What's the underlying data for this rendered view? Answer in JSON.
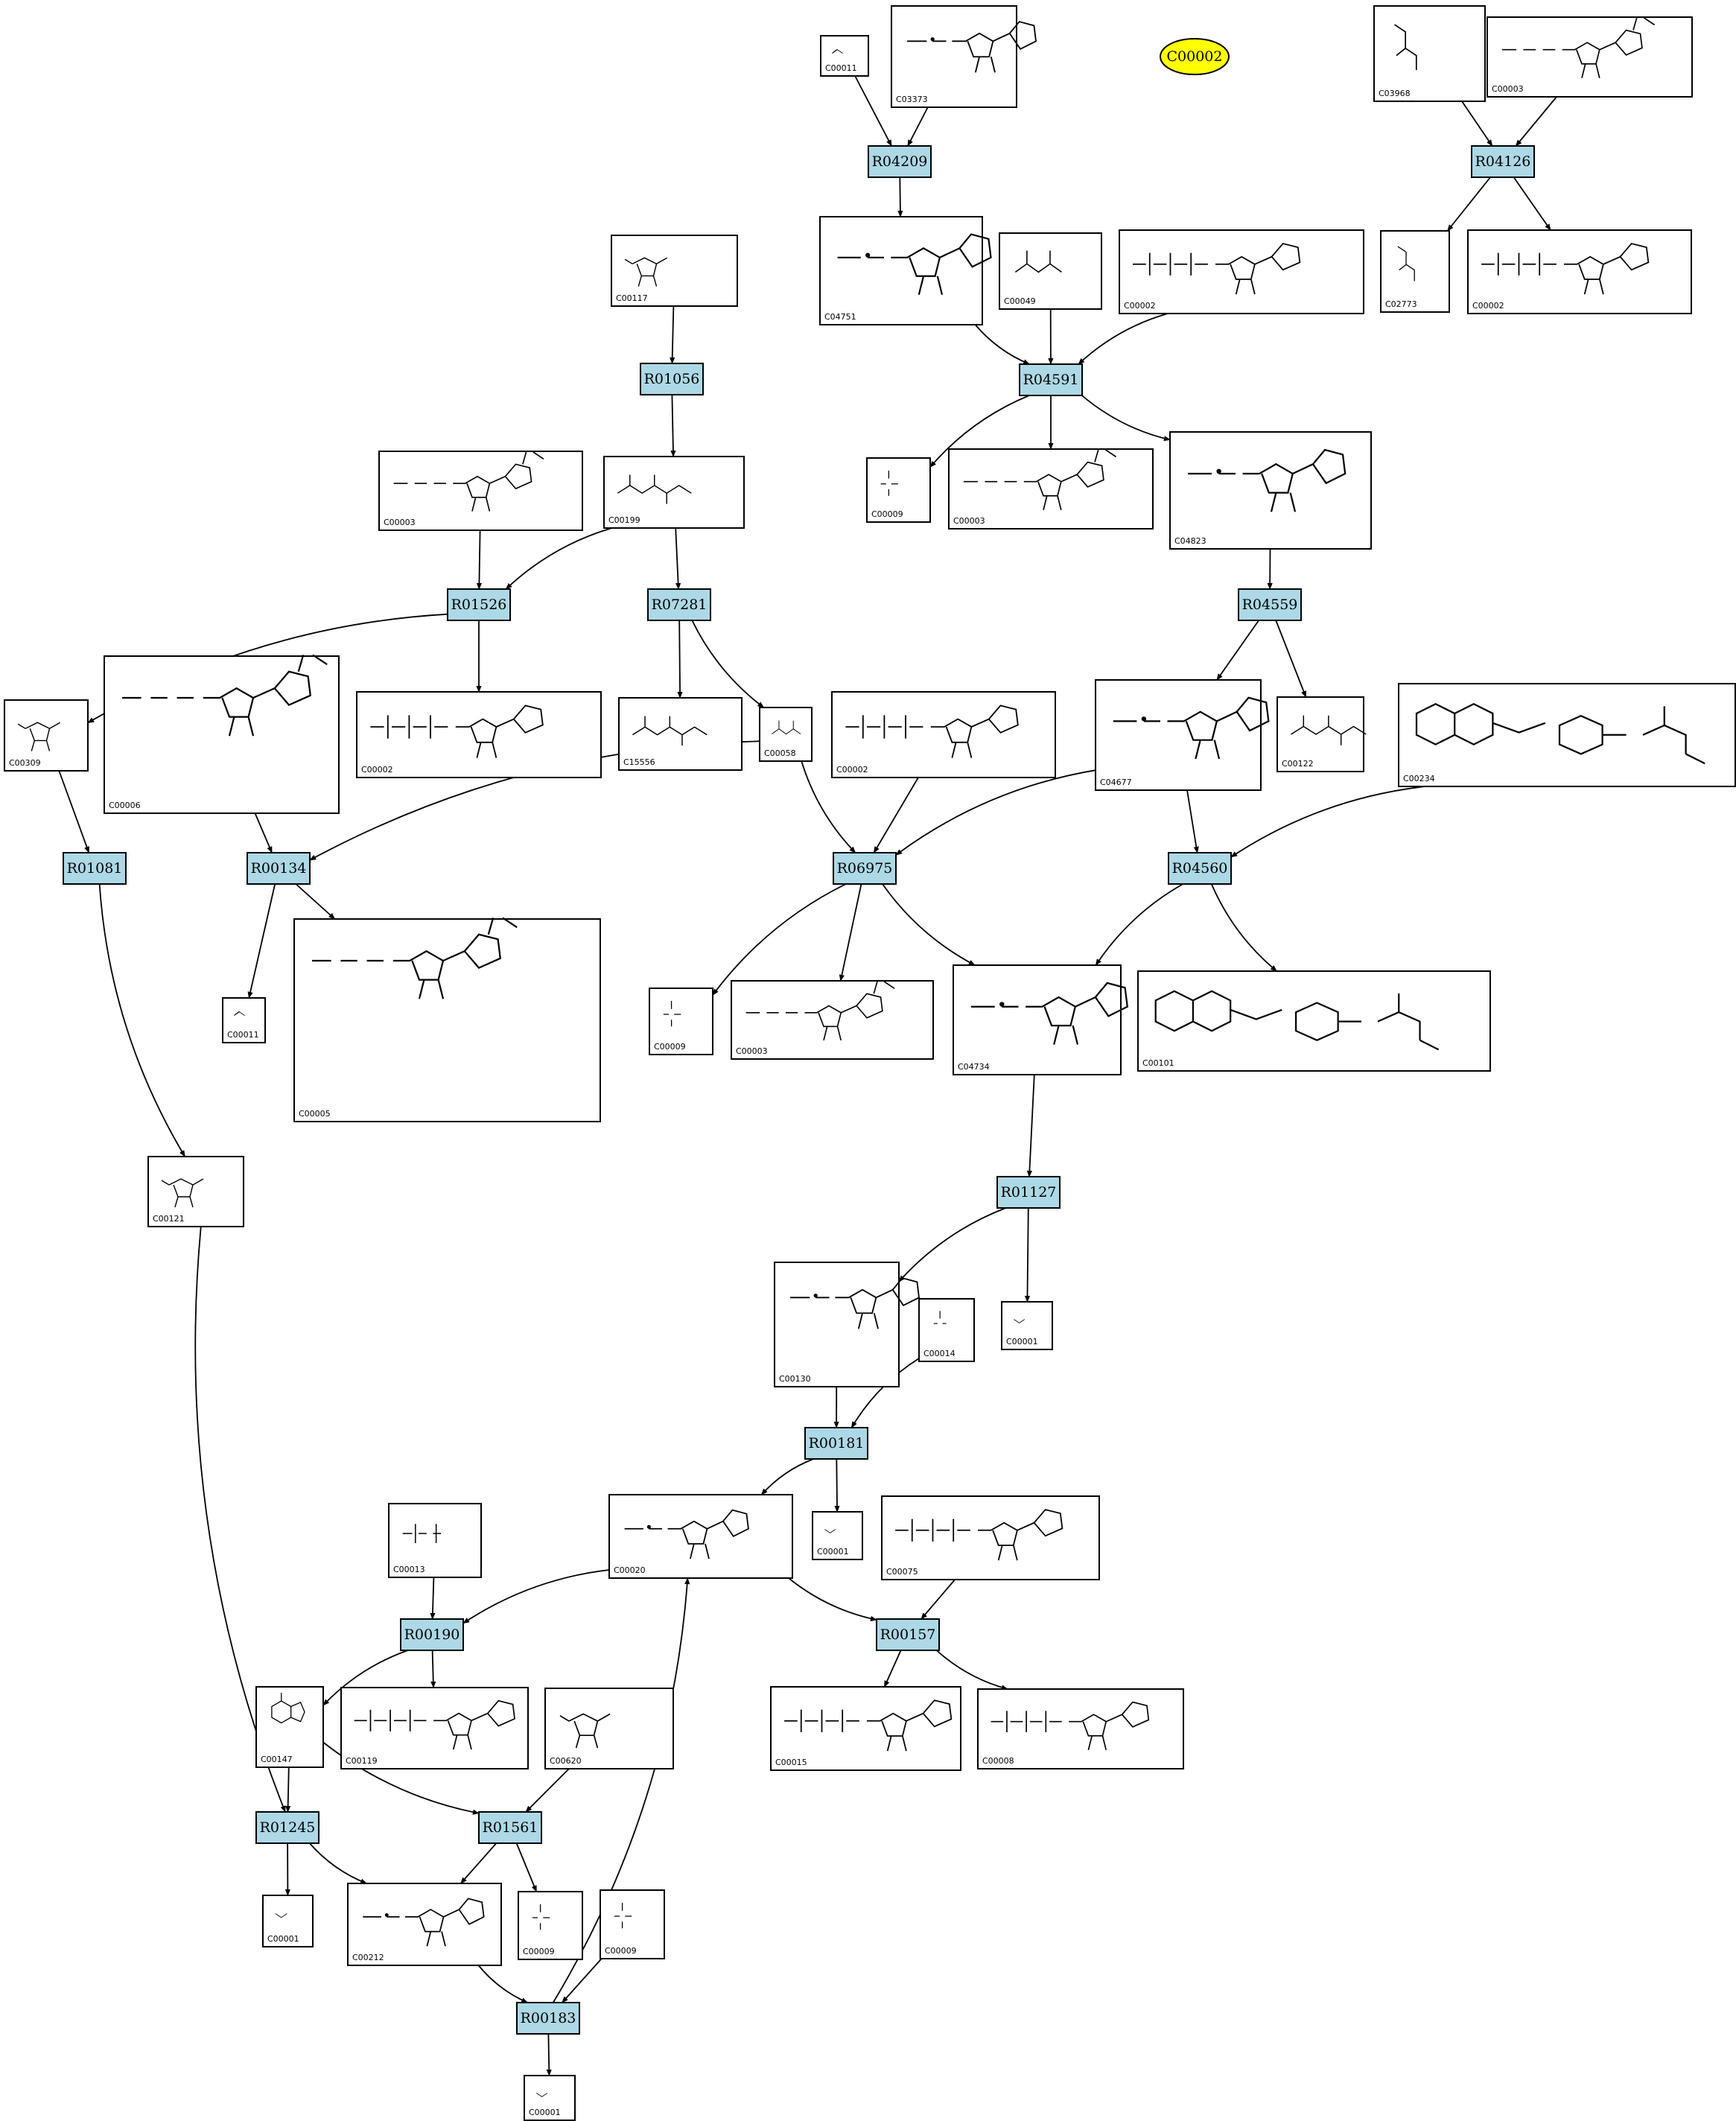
{
  "legend": {
    "label": "C00002",
    "color": "#ffff00"
  },
  "colors": {
    "reaction_fill": "#add8e6",
    "compound_fill": "#ffffff",
    "stroke": "#000000"
  },
  "reactions": [
    {
      "id": "R04209",
      "label": "R04209"
    },
    {
      "id": "R04126",
      "label": "R04126"
    },
    {
      "id": "R01056",
      "label": "R01056"
    },
    {
      "id": "R04591",
      "label": "R04591"
    },
    {
      "id": "R01526",
      "label": "R01526"
    },
    {
      "id": "R07281",
      "label": "R07281"
    },
    {
      "id": "R04559",
      "label": "R04559"
    },
    {
      "id": "R01081",
      "label": "R01081"
    },
    {
      "id": "R00134",
      "label": "R00134"
    },
    {
      "id": "R06975",
      "label": "R06975"
    },
    {
      "id": "R04560",
      "label": "R04560"
    },
    {
      "id": "R01127",
      "label": "R01127"
    },
    {
      "id": "R00181",
      "label": "R00181"
    },
    {
      "id": "R00190",
      "label": "R00190"
    },
    {
      "id": "R00157",
      "label": "R00157"
    },
    {
      "id": "R01245",
      "label": "R01245"
    },
    {
      "id": "R01561",
      "label": "R01561"
    },
    {
      "id": "R00183",
      "label": "R00183"
    }
  ],
  "compounds": [
    {
      "id": "c1",
      "label": "C00011",
      "kind": "co2"
    },
    {
      "id": "c2",
      "label": "C03373",
      "kind": "nucleotide"
    },
    {
      "id": "c3",
      "label": "C03968",
      "kind": "lipid"
    },
    {
      "id": "c4",
      "label": "C00003",
      "kind": "dinucleotide"
    },
    {
      "id": "c5",
      "label": "C04751",
      "kind": "nucleotide"
    },
    {
      "id": "c6",
      "label": "C00049",
      "kind": "small"
    },
    {
      "id": "c7",
      "label": "C00002",
      "kind": "triphosphate"
    },
    {
      "id": "c8",
      "label": "C02773",
      "kind": "lipid"
    },
    {
      "id": "c9",
      "label": "C00002",
      "kind": "triphosphate"
    },
    {
      "id": "c10",
      "label": "C00117",
      "kind": "sugar"
    },
    {
      "id": "c11",
      "label": "C00003",
      "kind": "dinucleotide"
    },
    {
      "id": "c12",
      "label": "C00199",
      "kind": "chain"
    },
    {
      "id": "c13",
      "label": "C00009",
      "kind": "phosphate"
    },
    {
      "id": "c14",
      "label": "C00003",
      "kind": "dinucleotide"
    },
    {
      "id": "c15",
      "label": "C04823",
      "kind": "nucleotide"
    },
    {
      "id": "c16",
      "label": "C00309",
      "kind": "sugar"
    },
    {
      "id": "c17",
      "label": "C00006",
      "kind": "dinucleotide"
    },
    {
      "id": "c18",
      "label": "C00002",
      "kind": "triphosphate"
    },
    {
      "id": "c19",
      "label": "C15556",
      "kind": "chain"
    },
    {
      "id": "c20",
      "label": "C00058",
      "kind": "small"
    },
    {
      "id": "c21",
      "label": "C00002",
      "kind": "triphosphate"
    },
    {
      "id": "c22",
      "label": "C04677",
      "kind": "nucleotide"
    },
    {
      "id": "c23",
      "label": "C00122",
      "kind": "chain"
    },
    {
      "id": "c24",
      "label": "C00234",
      "kind": "folate"
    },
    {
      "id": "c25",
      "label": "C00011",
      "kind": "co2"
    },
    {
      "id": "c26",
      "label": "C00005",
      "kind": "dinucleotide"
    },
    {
      "id": "c27",
      "label": "C00009",
      "kind": "phosphate"
    },
    {
      "id": "c28",
      "label": "C00003",
      "kind": "dinucleotide"
    },
    {
      "id": "c29",
      "label": "C04734",
      "kind": "nucleotide"
    },
    {
      "id": "c30",
      "label": "C00101",
      "kind": "folate"
    },
    {
      "id": "c31",
      "label": "C00121",
      "kind": "sugar"
    },
    {
      "id": "c32",
      "label": "C00130",
      "kind": "nucleotide"
    },
    {
      "id": "c33",
      "label": "C00014",
      "kind": "ammonia"
    },
    {
      "id": "c34",
      "label": "C00001",
      "kind": "water"
    },
    {
      "id": "c35",
      "label": "C00020",
      "kind": "nucleotide"
    },
    {
      "id": "c36",
      "label": "C00001",
      "kind": "water"
    },
    {
      "id": "c37",
      "label": "C00013",
      "kind": "diphosphate"
    },
    {
      "id": "c38",
      "label": "C00075",
      "kind": "triphosphate"
    },
    {
      "id": "c39",
      "label": "C00147",
      "kind": "base"
    },
    {
      "id": "c40",
      "label": "C00119",
      "kind": "triphosphate"
    },
    {
      "id": "c41",
      "label": "C00620",
      "kind": "sugar"
    },
    {
      "id": "c42",
      "label": "C00015",
      "kind": "triphosphate"
    },
    {
      "id": "c43",
      "label": "C00008",
      "kind": "triphosphate"
    },
    {
      "id": "c44",
      "label": "C00001",
      "kind": "water"
    },
    {
      "id": "c45",
      "label": "C00212",
      "kind": "nucleotide"
    },
    {
      "id": "c46",
      "label": "C00009",
      "kind": "phosphate"
    },
    {
      "id": "c47",
      "label": "C00009",
      "kind": "phosphate"
    },
    {
      "id": "c48",
      "label": "C00001",
      "kind": "water"
    }
  ]
}
